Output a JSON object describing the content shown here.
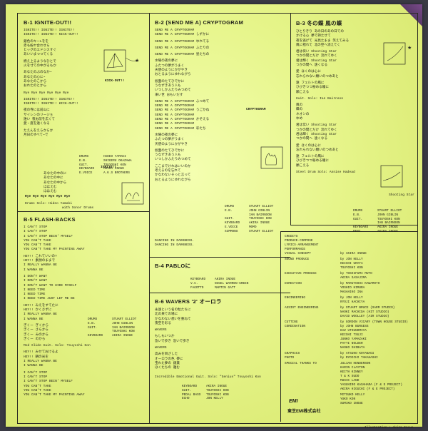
{
  "b1": {
    "title": "B-1  IGNITE-OUT!!",
    "lines": [
      "IGNITE!!  IGNITE!!  IGNITE!!",
      "IGNITE!!  IGNITE!!  KICK-OUT!!",
      "",
      "銀色のキーLをを",
      "赤も紛ヤ合わせら",
      "ヒッグのエドジスすぐ",
      "あいいまつつてくる",
      "",
      "燃え上るようなひとで",
      "火を寸ての中がるもか",
      "",
      "あなたのぶのなか~",
      "あなたの心に~",
      "あなたのこから",
      "おれたのとから",
      "",
      "Rye Rye Rye Rye Rye Rye",
      "",
      "IGNITE!!  IGNITE!!  IGNITE!!",
      "IGNITE!!  IGNITE!!  KICK-OUT!!",
      "",
      "夜の寺には前山に",
      "サイレンのリージョ",
      "誰い 夜お前を広くて",
      "愛・度を遠くなる",
      "",
      "たえんをえらからか",
      "月日のすべて~で"
    ],
    "lines2": [
      "あなたの中のに",
      "あなたの中に",
      "あなたの中から",
      "ほほえむ",
      "ほほえむ"
    ],
    "drum_solo": "Drums Solo: Hideo Yamaki",
    "drum_solo2": "with Sonor Drums",
    "rye": "Rye Rye Rye Rye Rye Rye",
    "kick": "KICK-OUT!!",
    "ignite_label": "IGNITE!!",
    "personnel": [
      {
        "inst": "DRUMS",
        "name": "HIDEO YAMAKI"
      },
      {
        "inst": "E.B.",
        "name": "SHIGERU OKAZAWA"
      },
      {
        "inst": "GUIT.",
        "name": "TSUYOSHI KON"
      },
      {
        "inst": "KEYBOARD",
        "name": "AKIRA INOUE"
      },
      {
        "inst": "E.VOICE",
        "name": "A.K.S BROTHERS"
      }
    ]
  },
  "b2": {
    "title": "B-2  (SEND ME A) CRYPTOGRAM",
    "lines": [
      "SEND ME A CRYPTOGRAM",
      "SEND ME A CRYPTOGRAM    しずかに",
      "",
      "SEND ME A CRYPTOGRAM    ゆれてる",
      "",
      "SEND ME A CRYPTOGRAM    ふたりの",
      "",
      "SEND ME A CRYPTOGRAM    星たちの",
      "",
      "水曜の夜の夢に",
      "ふたつの夢がうまく",
      "天使のようにかがやき",
      "おとるようにゆれながら",
      "",
      "仮面のたてひでかに",
      "うなずきあう人も",
      "いつしかふたりみつめて",
      "凍い世  おもいだす",
      "",
      "SEND ME A CRYPTOGRAM    ふつめて",
      "SEND ME A CRYPTOGRAM",
      "SEND ME A CRYPTOGRAM    うごかね",
      "SEND ME A CRYPTOGRAM",
      "SEND ME A CRYPTOGRAM    かぞえる",
      "SEND ME A CRYPTOGRAM",
      "SEND ME A CRYPTOGRAM    彩たち",
      "",
      "水曜の夜の夢に",
      "ふたつの夢がうまく",
      "天使のようにかがやき",
      "",
      "仮面のたてひでかに",
      "うなずきあう人も",
      "いつしかふたりみつめて",
      "",
      "ここまでけれはいいのか",
      "考えるのを忘れて",
      "かなわないそっと言って",
      "おとるようにゆれながら"
    ],
    "dancing": [
      "DANCING IN DARKNESS.",
      "DANCING IN DARKNESS."
    ],
    "crypto_label": "CRYPTOGRAM",
    "personnel": [
      {
        "inst": "DRUMS",
        "name": "STUART ELLIOT"
      },
      {
        "inst": "E.B.",
        "name": "JOHN GIBLIN"
      },
      {
        "inst": "",
        "name": "IAN BAIRNSON"
      },
      {
        "inst": "GUIT.",
        "name": "TSUYOSHI KON"
      },
      {
        "inst": "KEYBOARD",
        "name": "AKIRA INOUE"
      },
      {
        "inst": "E.VOICE",
        "name": "MOMO"
      },
      {
        "inst": "SIMMONS",
        "name": "STUART ELLIOT"
      }
    ]
  },
  "b3": {
    "title": "B-3  冬の蝶  風の蝶",
    "lines": [
      "ひとりきり    あの日のあの日ての",
      "かける心      夢で持たせて",
      "夜を逃げて    光見たまま   笑えてみる",
      "風に揺れて    北の空へ消えてく",
      "",
      "君は伝い Shooting Star",
      "つかの間とだけ  流れてゆく",
      "君は輝く Shooting Star",
      "つかの間へ  遠くなる",
      "",
      "愛      ほくのは心に",
      "        忘れられない願いのつめあと",
      "",
      "遠      フェルトの風に",
      "        ひびきつつ秘める瞳に",
      "        願こえる",
      "",
      "Guit. Solo: Ian Bairnson",
      "",
      "風の",
      "蝶の",
      "ネオンの",
      "ゆめ",
      "",
      "君は伝い Shooting Star",
      "つかの間とだけ  流れてゆく",
      "君は輝く Shooting Star",
      "つかの間へ  遠くなる",
      "",
      "愛      ほくのは心に",
      "        忘れられない願いのつめあと",
      "",
      "遠      フェルトの風に",
      "        ひびきつつ秘める瞳に",
      "        願こえる",
      "",
      "Steel Drum Solo: Annise Hadead"
    ],
    "shooting": "Shooting Star",
    "personnel": [
      {
        "inst": "DRUMS",
        "name": "STUART ELLIOT"
      },
      {
        "inst": "E.B.",
        "name": "JOHN GIBLIN"
      },
      {
        "inst": "GUIT.",
        "name": "TSUYOSHI KON"
      },
      {
        "inst": "",
        "name": "IAN BAIRNSON"
      },
      {
        "inst": "KEYBOARD",
        "name": "AKIRA INOUE"
      },
      {
        "inst": "PERC.",
        "name": "AKIRA INOUE"
      }
    ]
  },
  "b4": {
    "title": "B-4  PABLOに",
    "personnel": [
      {
        "inst": "KEYBOARD",
        "name": "AKIRA INOUE"
      },
      {
        "inst": "V.C.",
        "name": "NIGEL WARREN-GREEN"
      },
      {
        "inst": "FAGOTTO",
        "name": "MARTIN GATT"
      }
    ]
  },
  "b5": {
    "title": "B-5  FLASH-BACKS",
    "lines": [
      "I CAN'T STOP",
      "I CAN'T STOP",
      "I CAN'T STOP BEIN' MYSELF",
      "YOU CAN'T TAKE",
      "YOU CAN'T TAKE",
      "YOU CAN'T TAKE MY PAINTING AWAY",
      "",
      "HEY!!    これていいの?",
      "HEY!!    素顔のままで",
      "I REALLY WANNA BE",
      "I WANNA BE",
      "",
      "I DON'T WANT",
      "I DON'T WANT",
      "I DON'T WANT TO HIDE MYSELF",
      "I NEED TIME",
      "I NEED TIME",
      "I NEED TIME JUST LET ME BE",
      "",
      "HEY!!    みえをすてたに",
      "HEY!!    かくさずに",
      "I REALLY WANNA BE",
      "I WANNA BE",
      "",
      "ぎくー    ぎくから",
      "ぎくー    さらから",
      "ぎくー    みのから",
      "ぎくー    のから",
      "",
      "Mod Slide Guit. Solo: Tsuyoshi Kon",
      "",
      "HEY!!    みせておけるよ",
      "HEY!!    朝の光を",
      "I REALLY WANNA BE",
      "I WANNA BE",
      "",
      "I CAN'T STOP",
      "I CAN'T STOP",
      "I CAN'T STOP BEIN' MYSELF",
      "YOU CAN'T TAKE",
      "YOU CAN'T TAKE",
      "YOU CAN'T TAKE MY PAINTING AWAY"
    ],
    "personnel": [
      {
        "inst": "DRUMS",
        "name": "STUART ELLIOT"
      },
      {
        "inst": "E.B.",
        "name": "JOHN GIBLIN"
      },
      {
        "inst": "GUIT.",
        "name": "IAN BAIRNSON"
      },
      {
        "inst": "",
        "name": "TSUYOSHI KON"
      },
      {
        "inst": "KEYBOARD",
        "name": "AKIRA INOUE"
      }
    ]
  },
  "b6": {
    "title": "B-6  WAVERS '2' オーロラ",
    "lines": [
      "永遠という名の粒たちに",
      "北の果ての場に",
      "かなわない想いを重ねて",
      "夜空を彩る",
      "",
      "WAVERS",
      "",
      "もしもいつか",
      "急いで歩き  急いで歩き",
      "",
      "WAVERS",
      "",
      "高みを目ざした",
      "オーロラの色  夢に",
      "宝れた夢の  銀葉",
      "ほくたちの  雅む"
    ],
    "solo": "Incredible Emotional Guit. Solo: \"Genius\" Tsuyoshi Kon",
    "personnel": [
      {
        "inst": "KEYBOARD",
        "name": "AKIRA INOUE"
      },
      {
        "inst": "GUIT.",
        "name": "TSUYOSHI KON"
      },
      {
        "inst": "PEDAL BASS",
        "name": "TSUYOSHI KON"
      },
      {
        "inst": "ECHO",
        "name": "JON KELLY"
      }
    ]
  },
  "credits": {
    "label": "CREDITS",
    "rows": [
      {
        "role": "PRODUCE·COMPOSE",
        "by": ""
      },
      {
        "role": "LYRICS·ARRANGEMENT",
        "by": ""
      },
      {
        "role": "PERFORMANCE",
        "by": ""
      },
      {
        "role": "VISUAL CONCEPT",
        "by": "by AKIRA INOUE"
      },
      {
        "role": "",
        "by": ""
      },
      {
        "role": "SOUND PRODUCE",
        "by": "by JON KELLY"
      },
      {
        "role": "",
        "by": "   KEISHI URATA"
      },
      {
        "role": "",
        "by": "   TSUYOSHI KON"
      },
      {
        "role": "",
        "by": ""
      },
      {
        "role": "EXECUTIVE PRODUCE",
        "by": "by TOSHIFUMI MUTO"
      },
      {
        "role": "",
        "by": "   AKIRA SASAJIMA"
      },
      {
        "role": "",
        "by": ""
      },
      {
        "role": "DIRECTION",
        "by": "by MARUYOSHI KAWAMOTO"
      },
      {
        "role": "",
        "by": "   YOSHIO KIMURA"
      },
      {
        "role": "",
        "by": "   MASAHIKO INA"
      },
      {
        "role": "",
        "by": ""
      },
      {
        "role": "ENGINEERING",
        "by": "by JON KELLY"
      },
      {
        "role": "",
        "by": "   RYOJI HACHIYA"
      },
      {
        "role": "",
        "by": ""
      },
      {
        "role": "ASSIST ENGINEERING",
        "by": "by STUART BRUCE (SARM STUDIO)"
      },
      {
        "role": "",
        "by": "   NAOKI MACHIDA (HIT STUDIO)"
      },
      {
        "role": "",
        "by": "   DAVID WOOLLEY (AIR STUDIO)"
      },
      {
        "role": "",
        "by": ""
      },
      {
        "role": "CUTTING",
        "by": "by GORDON VICARY (TOWN HOUSE STUDIO)"
      },
      {
        "role": "CORDINATION",
        "by": "by JOHN BURGESS"
      },
      {
        "role": "",
        "by": "   KAZ UTSUNOMIYA"
      },
      {
        "role": "",
        "by": "   KEISHI TSUJI"
      },
      {
        "role": "",
        "by": "   JUNKO YAMAZAKI"
      },
      {
        "role": "",
        "by": "   PATTI NOLDER"
      },
      {
        "role": "",
        "by": "   NAOKO SHIBATA"
      },
      {
        "role": "",
        "by": ""
      },
      {
        "role": "GRAPHICS",
        "by": "by ATSUKO KOYANAGI"
      },
      {
        "role": "PHOTO",
        "by": "by RYOICHI TAKAHASHI"
      },
      {
        "role": "",
        "by": ""
      },
      {
        "role": "SPECIAL THANKS TO",
        "by": "JULIAN HENDERSON"
      },
      {
        "role": "",
        "by": "KARIN CLAYTON"
      },
      {
        "role": "",
        "by": "KEITH KINNEY"
      },
      {
        "role": "",
        "by": "T & K SUDO"
      },
      {
        "role": "",
        "by": "MUSIC LAND"
      },
      {
        "role": "",
        "by": "YASUHIRO KASAHARA (F & E PROJECT)"
      },
      {
        "role": "",
        "by": "AKIRA HIGUCHI (F & E PROJECT)"
      },
      {
        "role": "",
        "by": ""
      },
      {
        "role": "",
        "by": "MITSUKO KELLY"
      },
      {
        "role": "",
        "by": "YUKO KON"
      },
      {
        "role": "",
        "by": "SUMIKO INOUE"
      }
    ],
    "label_logo": "EMI",
    "company": "東芝EMI株式会社",
    "illustration": "Illustration : Akira Inoue"
  },
  "colors": {
    "paper": "#e6f58a",
    "ink": "#1e1e18",
    "frame": "#3a3a44"
  }
}
